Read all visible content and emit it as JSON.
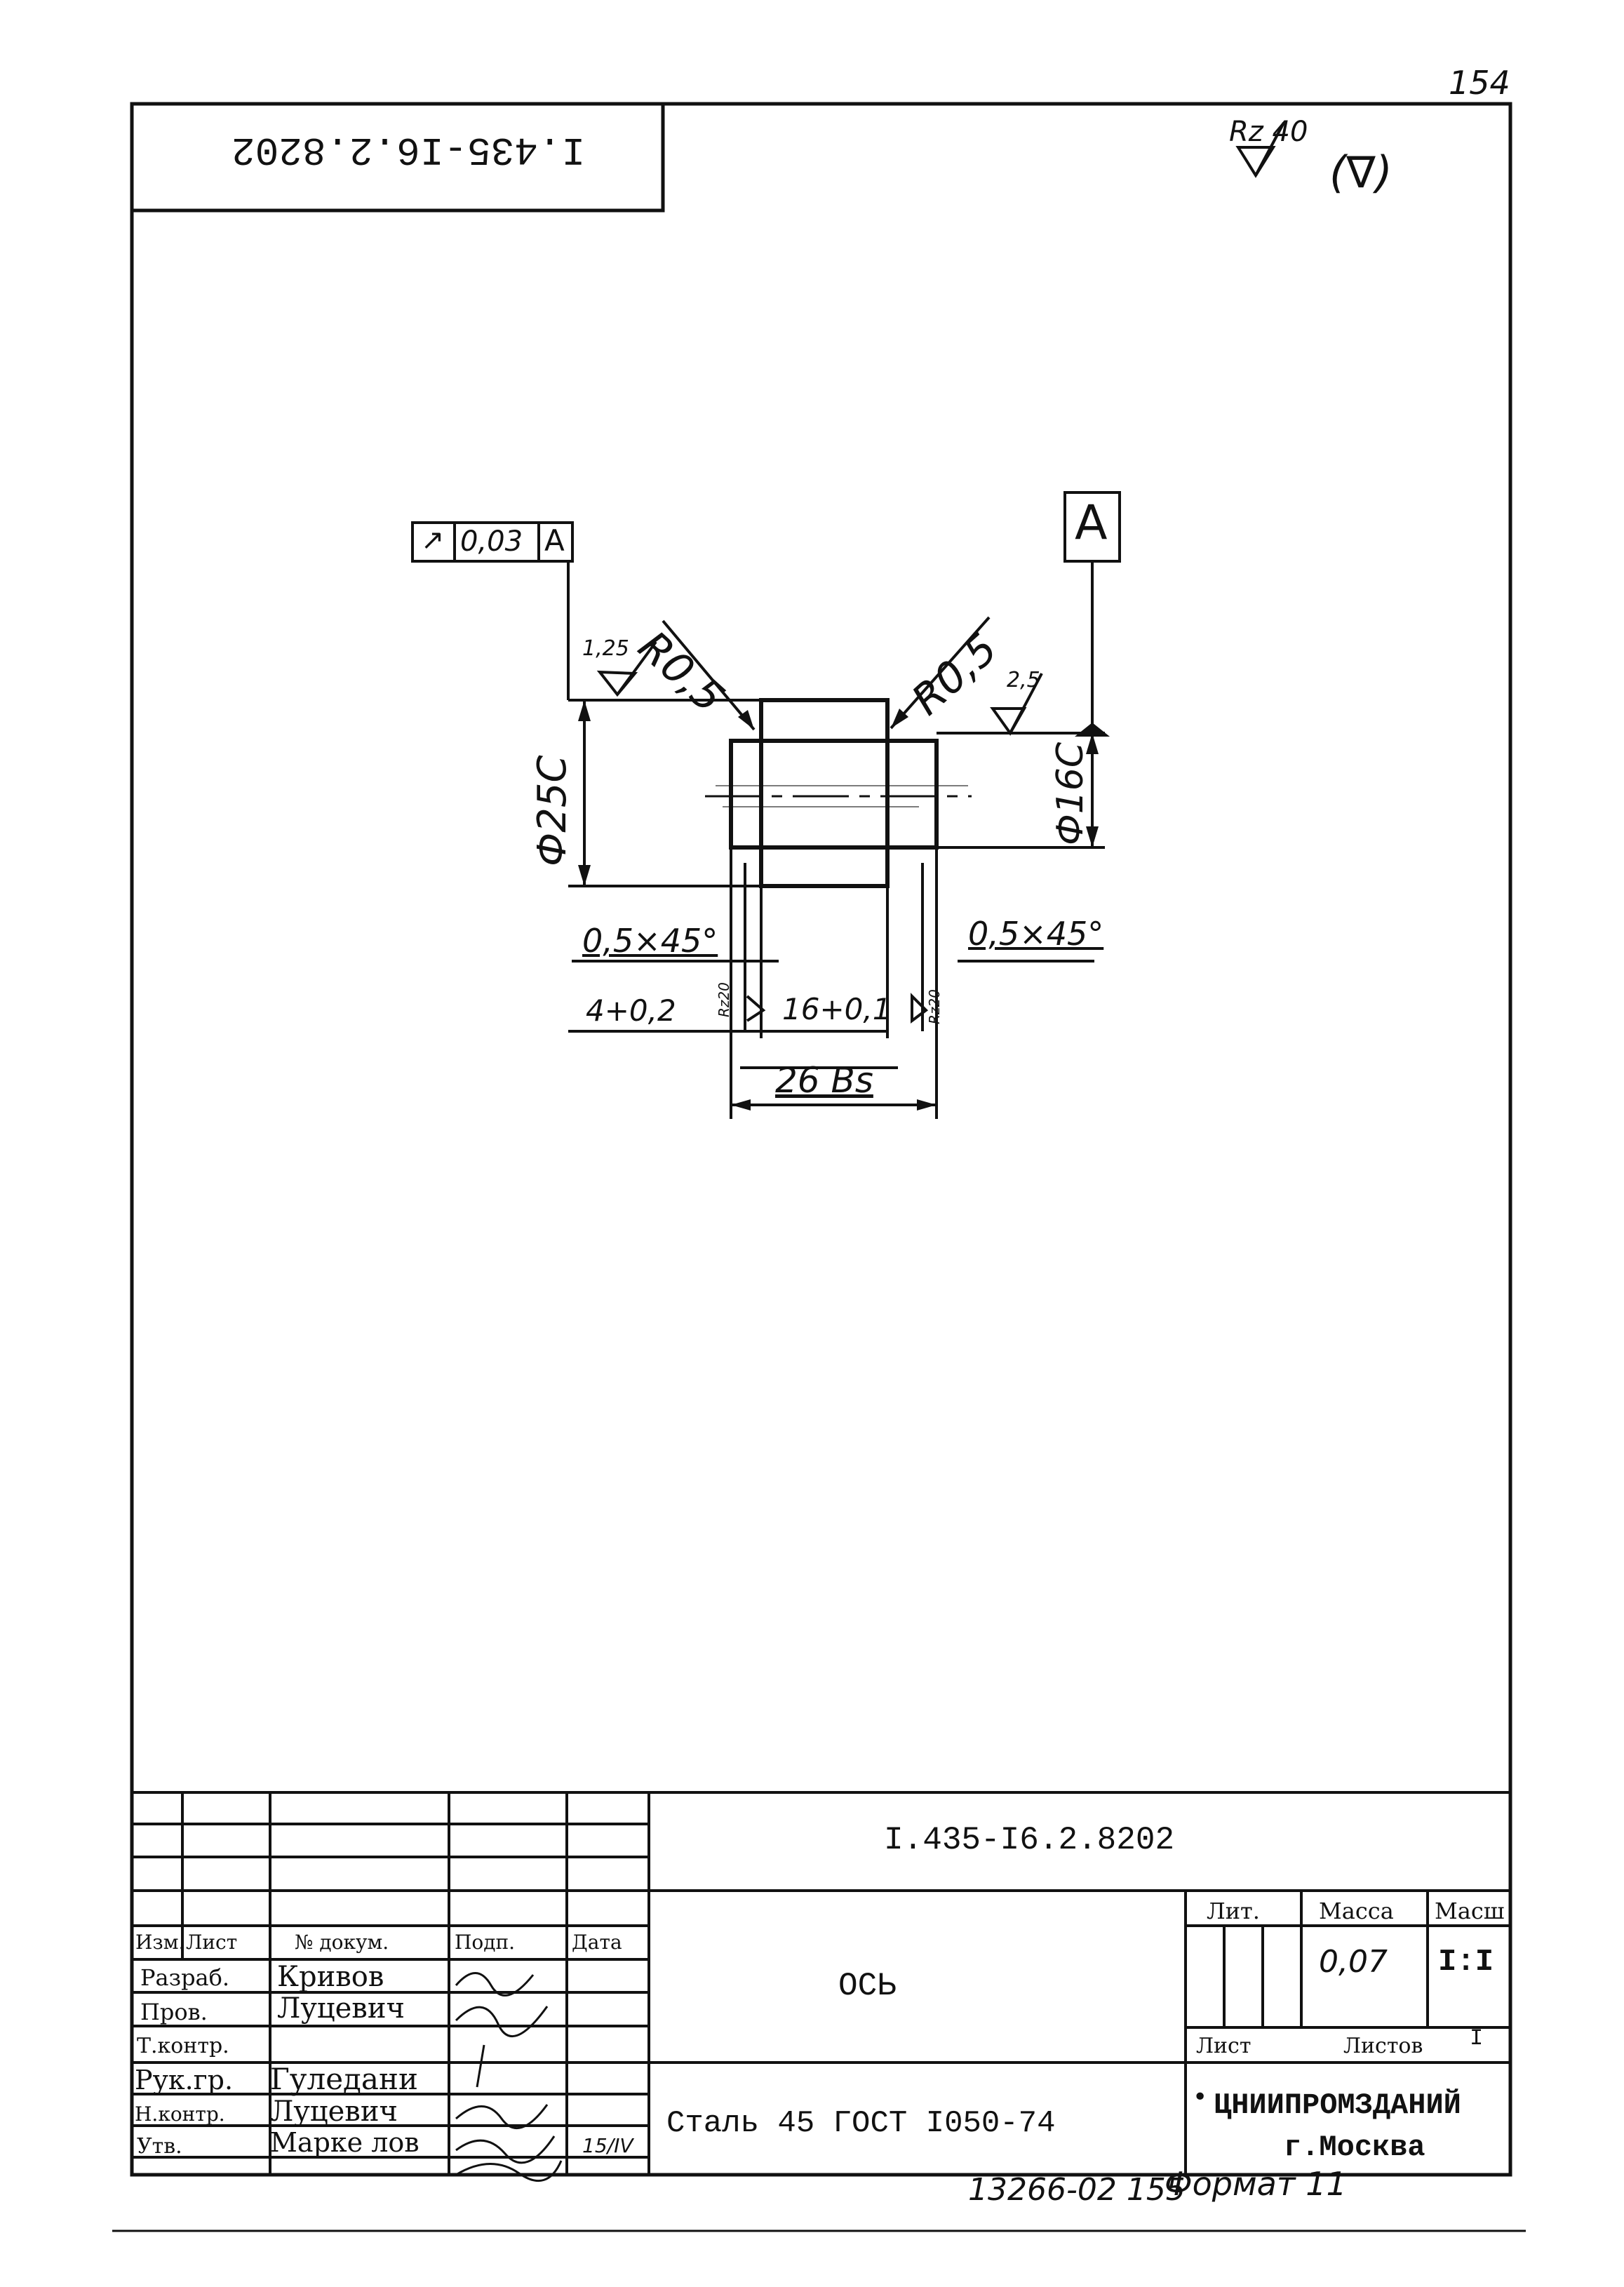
{
  "sheet_number": "154",
  "mirrored_code": "I.435-I6.2.8202",
  "surface_finish": {
    "value": "Rz 40",
    "bracket": "(∇)"
  },
  "drawing": {
    "tolerance_frame": {
      "symbol": "↗",
      "value": "0,03",
      "datum": "A"
    },
    "datum_label": "A",
    "finish_left": "1,25",
    "finish_right": "2,5",
    "radius_left": "R0,5",
    "radius_right": "R0,5",
    "dia_outer": "Ф25С",
    "dia_inner": "Ф16С",
    "chamfer_left": "0,5×45°",
    "chamfer_right": "0,5×45°",
    "len_left": "4+0,2",
    "len_mid": "16+0,1",
    "finish_small_left": "Rz20",
    "finish_small_right": "Rz20",
    "len_total": "26 Вs"
  },
  "title_block": {
    "designation": "I.435-I6.2.8202",
    "part_name": "ОСЬ",
    "material": "Сталь 45  ГОСТ I050-74",
    "organization": "ЦНИИПРОМЗДАНИЙ",
    "city": "г.Москва",
    "headers": {
      "lit": "Лит.",
      "mass": "Масса",
      "scale": "Масш",
      "sheet": "Лист",
      "sheets": "Листов",
      "izm": "Изм.",
      "list": "Лист",
      "doc": "№ докум.",
      "sign": "Подп.",
      "date": "Дата"
    },
    "mass_value": "0,07",
    "scale_value": "I:I",
    "sheets_value": "I",
    "roles": [
      {
        "role": "Разраб.",
        "name": "Кривов"
      },
      {
        "role": "Пров.",
        "name": "Луцевич"
      },
      {
        "role": "Т.контр.",
        "name": ""
      },
      {
        "role": "Рук.гр.",
        "name": "Гуледани"
      },
      {
        "role": "Н.контр.",
        "name": "Луцевич"
      },
      {
        "role": "Утв.",
        "name": "Марке лов"
      }
    ],
    "date_note": "15/IV"
  },
  "footer": {
    "code": "13266-02 155",
    "format": "Формат 11"
  }
}
